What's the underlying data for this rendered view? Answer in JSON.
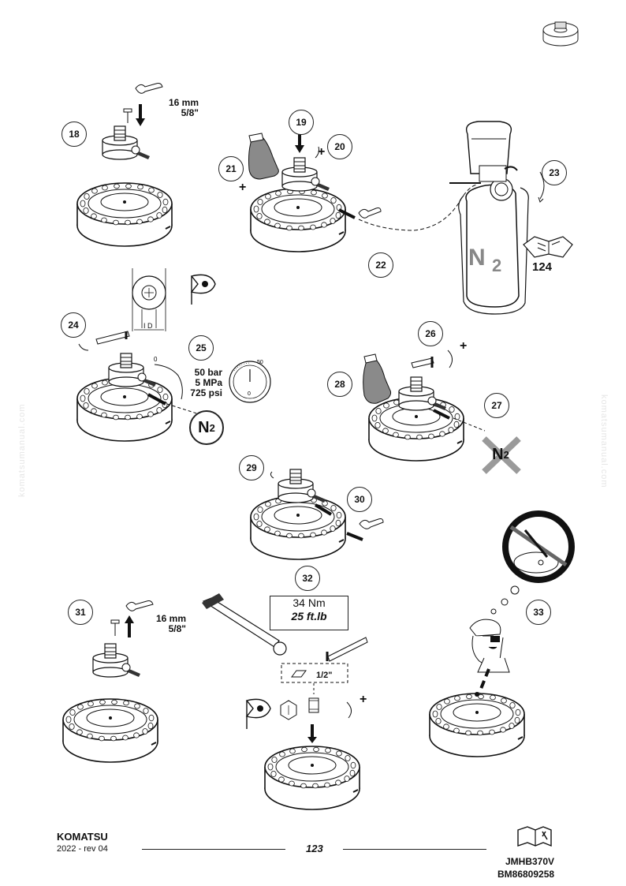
{
  "steps": [
    "18",
    "19",
    "20",
    "21",
    "22",
    "23",
    "24",
    "25",
    "26",
    "27",
    "28",
    "29",
    "30",
    "31",
    "32",
    "33"
  ],
  "labels": {
    "wrench_top": [
      "16 mm",
      "5/8\""
    ],
    "book_ref": "124",
    "pressure": [
      "50 bar",
      "5 MPa",
      "725 psi"
    ],
    "gauge_zero": "0",
    "gauge_max": "50",
    "gauge_start": "0",
    "dimension": "I D",
    "wrench_bottom": [
      "16 mm",
      "5/8\""
    ],
    "torque_nm": "34 Nm",
    "torque_ftlb": "25  ft.lb",
    "drive_size": "1/2\"",
    "plus": "+",
    "n2_main": "N",
    "n2_sub": "2",
    "cylinder_n": "N",
    "cylinder_2": "2"
  },
  "watermark": "komatsumanual.com",
  "footer": {
    "brand": "KOMATSU",
    "revision": "2022 -  rev 04",
    "page_number": "123",
    "code_model": "JMHB370V",
    "code_doc": "BM86809258"
  },
  "colors": {
    "ink": "#111111",
    "glove": "#8a8a8a",
    "cross": "#9a9a9a",
    "cylinder_gray": "#888888"
  }
}
